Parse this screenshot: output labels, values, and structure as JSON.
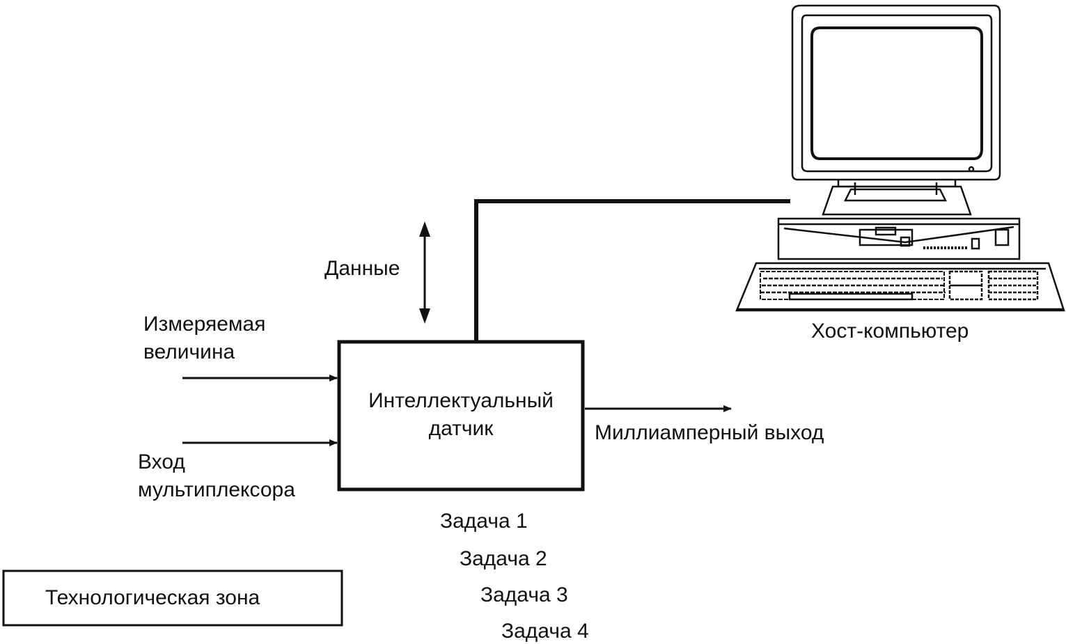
{
  "colors": {
    "line": "#111111",
    "background": "#ffffff",
    "screen": "#ffffff"
  },
  "sensor": {
    "label_line1": "Интеллектуальный",
    "label_line2": "датчик"
  },
  "inputs": {
    "measured_line1": "Измеряемая",
    "measured_line2": "величина",
    "mux_line1": "Вход",
    "mux_line2": "мультиплексора"
  },
  "data_label": "Данные",
  "output_label": "Миллиамперный выход",
  "host_label": "Хост-компьютер",
  "tasks": [
    "Задача 1",
    "Задача 2",
    "Задача 3",
    "Задача 4"
  ],
  "zone_label": "Технологическая зона",
  "icons": {
    "computer": "desktop-computer-icon",
    "arrow_bidirectional": "double-arrow-vertical",
    "arrow_right": "arrow-right"
  }
}
